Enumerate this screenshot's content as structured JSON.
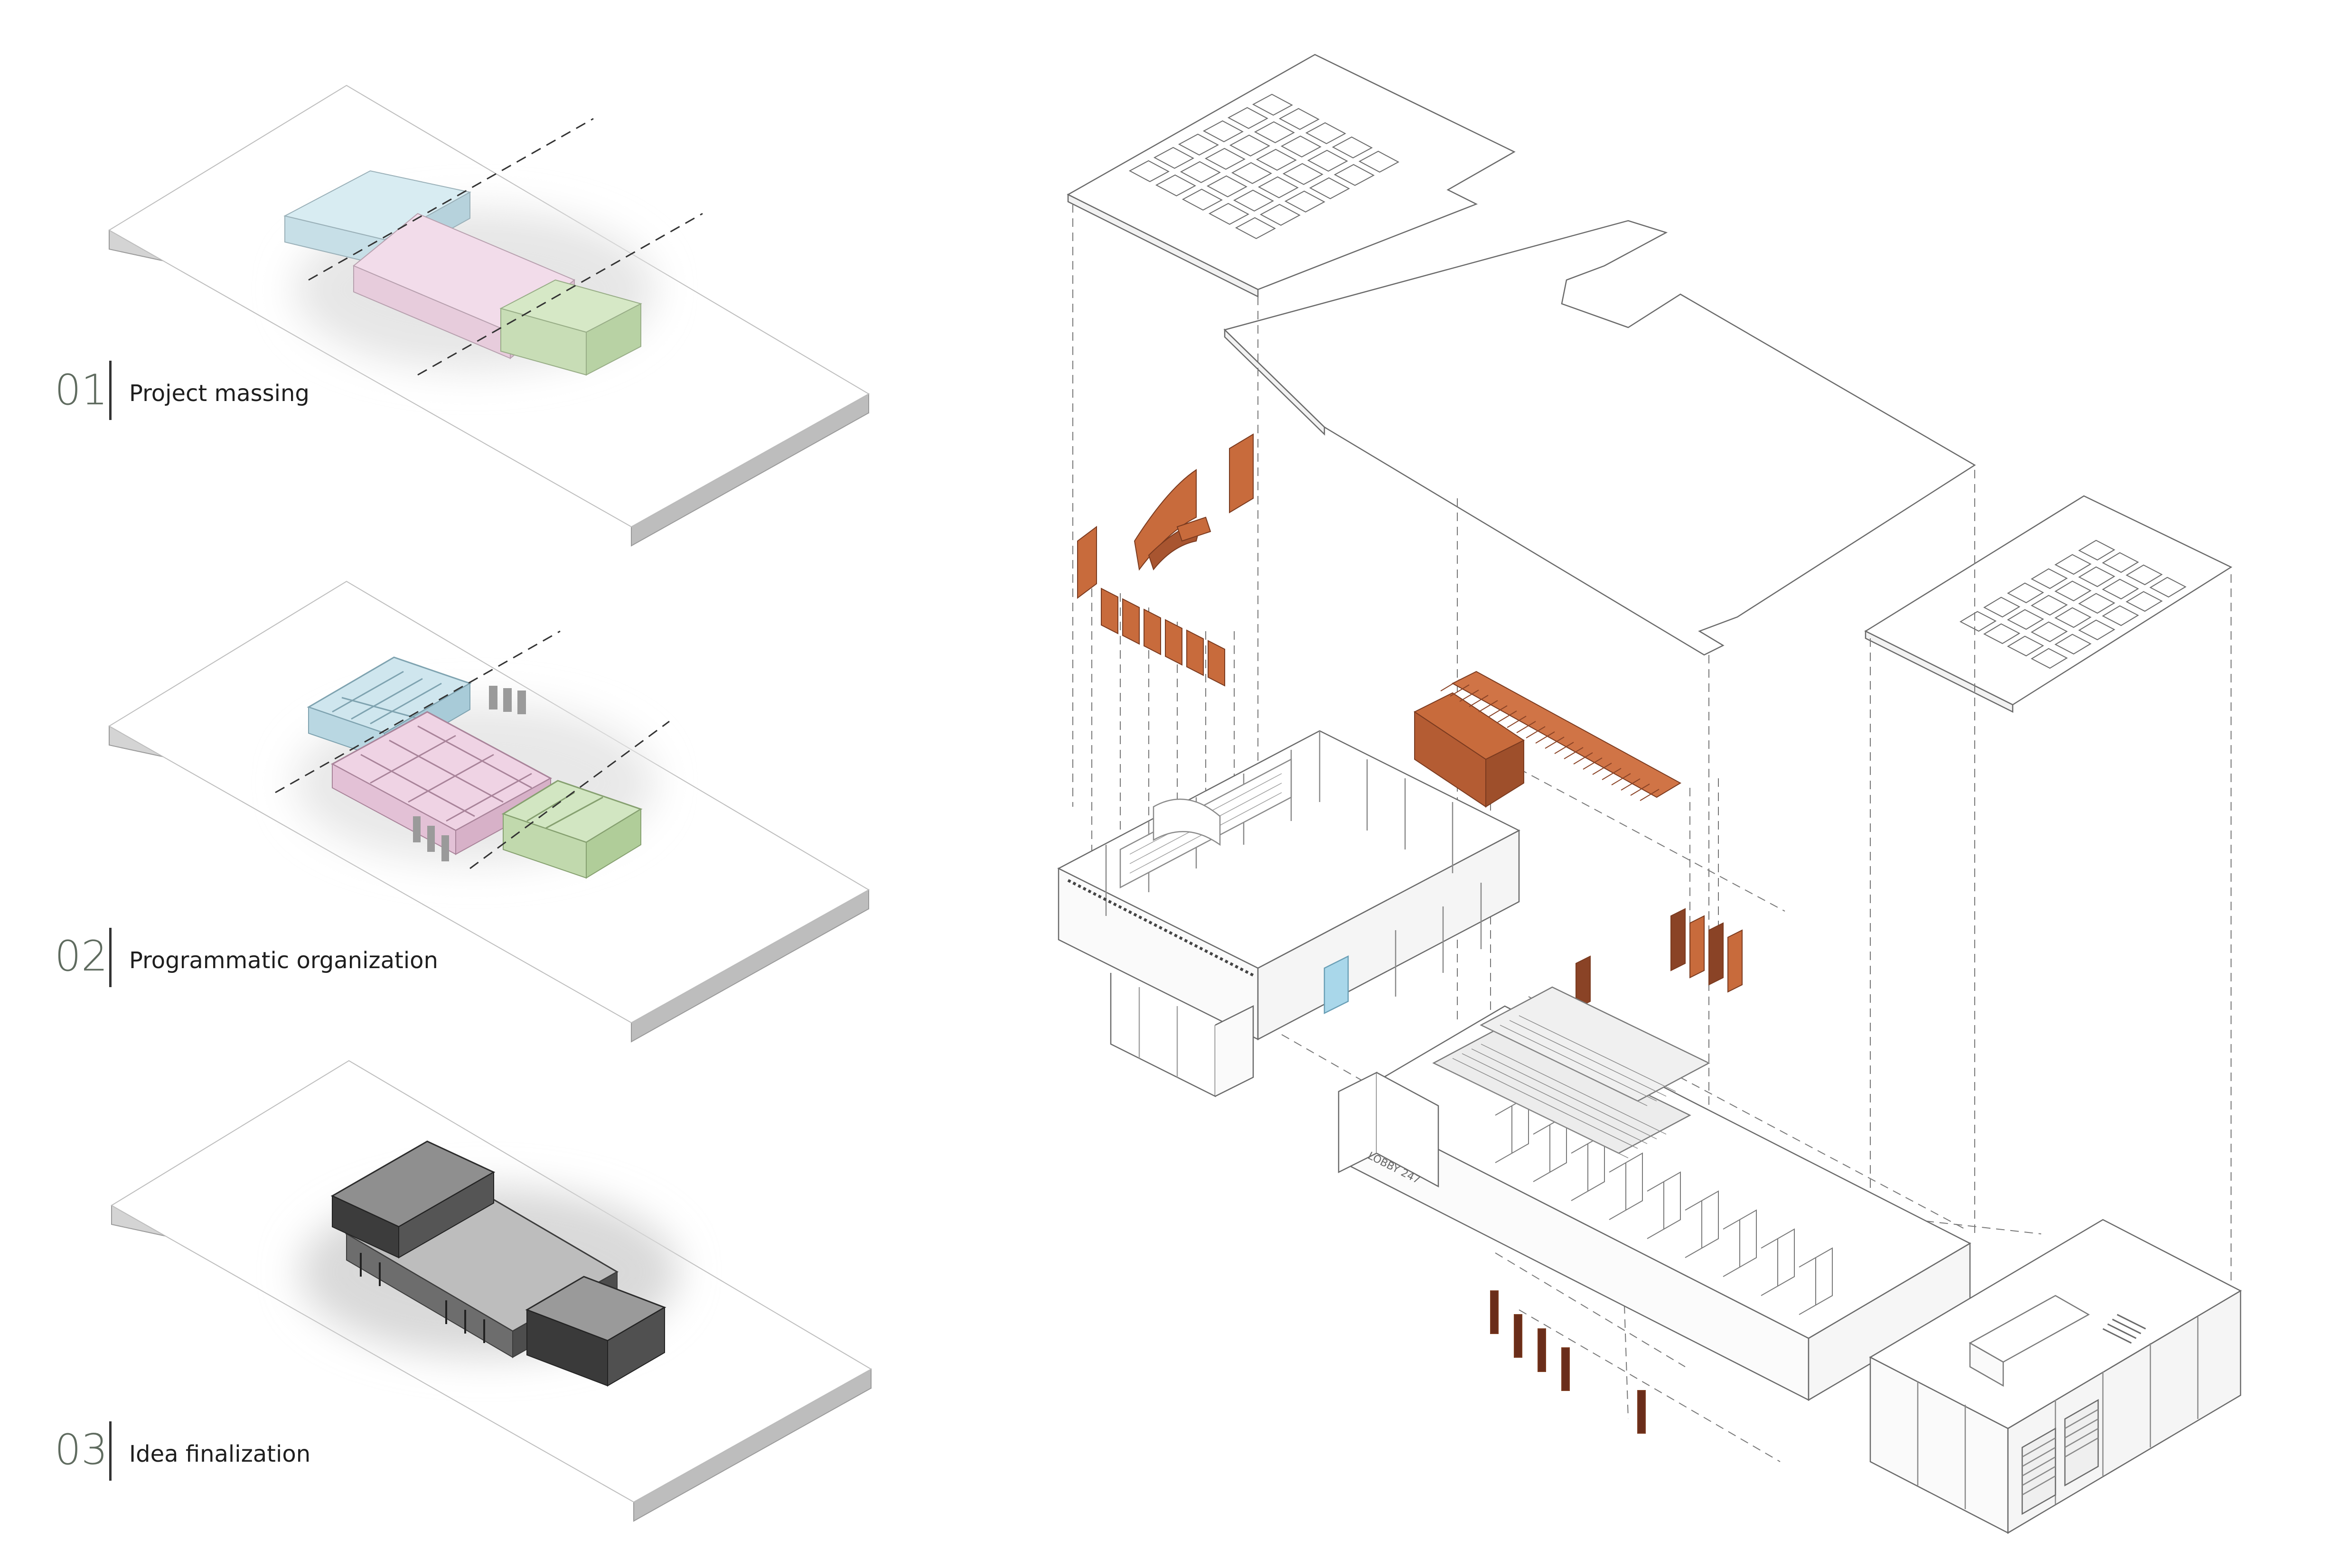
{
  "steps": [
    {
      "number": "01",
      "label": "Project massing"
    },
    {
      "number": "02",
      "label": "Programmatic organization"
    },
    {
      "number": "03",
      "label": "Idea finalization"
    }
  ],
  "signage": {
    "plaque": "LOBBY 247"
  },
  "colors": {
    "massing_blue": "#d8ecf2",
    "massing_pink": "#f2dcea",
    "massing_green": "#d6e8c6",
    "timber": "#c86b3c",
    "timber_dark": "#8a4326",
    "final_roof": "#8f8f8f",
    "final_dark": "#3c3c3c",
    "glass": "#a9d7ea",
    "line": "#707070"
  }
}
